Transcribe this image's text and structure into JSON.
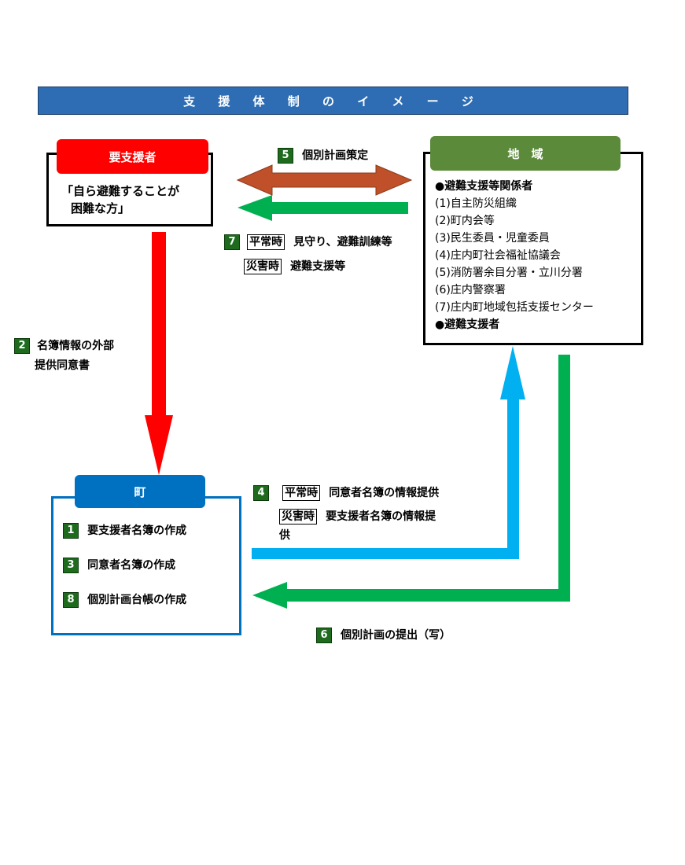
{
  "title": "支 援 体 制 の イ メ ー ジ",
  "person": {
    "header": "要支援者",
    "text_line1": "「自ら避難することが",
    "text_line2": "困難な方」"
  },
  "area": {
    "header": "地　域",
    "group1": "●避難支援等関係者",
    "items": [
      "(1)自主防災組織",
      "(2)町内会等",
      "(3)民生委員・児童委員",
      "(4)庄内町社会福祉協議会",
      "(5)消防署余目分署・立川分署",
      "(6)庄内警察署",
      "(7)庄内町地域包括支援センター"
    ],
    "group2": "●避難支援者"
  },
  "town": {
    "header": "町",
    "tasks": [
      {
        "num": "1",
        "text": "要支援者名簿の作成"
      },
      {
        "num": "3",
        "text": "同意者名簿の作成"
      },
      {
        "num": "8",
        "text": "個別計画台帳の作成"
      }
    ]
  },
  "labels": {
    "step5": {
      "num": "5",
      "text": "個別計画策定"
    },
    "step7": {
      "num": "7",
      "normal_tag": "平常時",
      "normal_text": "見守り、避難訓練等",
      "disaster_tag": "災害時",
      "disaster_text": "避難支援等"
    },
    "step2": {
      "num": "2",
      "line1": "名簿情報の外部",
      "line2": "提供同意書"
    },
    "step4": {
      "num": "4",
      "normal_tag": "平常時",
      "normal_text": "同意者名簿の情報提供",
      "disaster_tag": "災害時",
      "disaster_text": "要支援者名簿の情報提",
      "disaster_text2": "供"
    },
    "step6": {
      "num": "6",
      "text": "個別計画の提出（写）"
    }
  },
  "colors": {
    "title_bg": "#2e6db4",
    "person_header": "#ff0000",
    "area_header": "#5b8a3a",
    "town_header": "#0070c0",
    "town_border": "#0070c0",
    "red_arrow": "#ff0000",
    "orange_arrow": "#c0502a",
    "green_arrow": "#00b050",
    "blue_arrow": "#00b0f0"
  }
}
